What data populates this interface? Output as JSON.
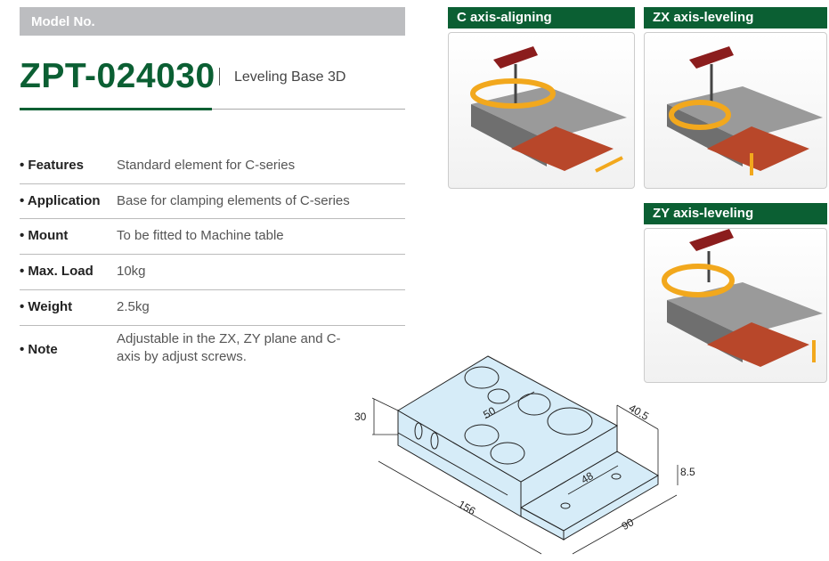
{
  "header": {
    "model_label": "Model No.",
    "model": "ZPT-024030",
    "subtitle": "Leveling Base 3D"
  },
  "specs": [
    {
      "label": "• Features",
      "value": "Standard element for C-series"
    },
    {
      "label": "• Application",
      "value": "Base for clamping elements of C-series"
    },
    {
      "label": "• Mount",
      "value": "To be fitted to Machine table"
    },
    {
      "label": "• Max. Load",
      "value": "10kg"
    },
    {
      "label": "• Weight",
      "value": "2.5kg"
    },
    {
      "label": "• Note",
      "value": "Adjustable in the ZX, ZY plane and C-axis by adjust screws."
    }
  ],
  "panels": [
    {
      "title": "C axis-aligning"
    },
    {
      "title": "ZX axis-leveling"
    },
    {
      "title": "ZY axis-leveling"
    }
  ],
  "dimensions": {
    "height": "30",
    "hole_pitch": "50",
    "step_width": "40.5",
    "plate_thickness": "8.5",
    "plate_hole_pitch": "48",
    "length": "156",
    "width": "90"
  },
  "colors": {
    "brand_green": "#0b5f33",
    "header_gray": "#bcbdc0",
    "part_blue": "#d6ecf8"
  }
}
